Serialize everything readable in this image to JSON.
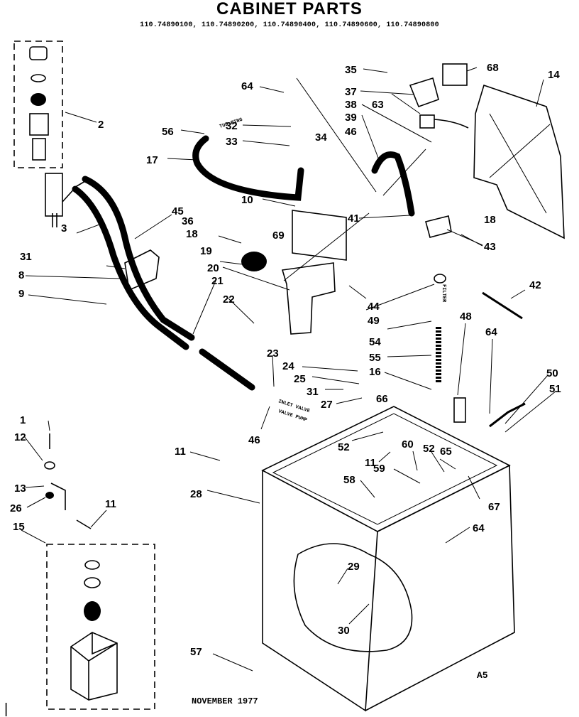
{
  "header": {
    "title": "CABINET PARTS",
    "models": "110.74890100, 110.74890200, 110.74890400, 110.74890600, 110.74890800"
  },
  "footer": {
    "date": "NOVEMBER 1977",
    "sheet": "A5",
    "margin_mark": "|"
  },
  "callouts": [
    "2",
    "3",
    "45",
    "36",
    "31",
    "8",
    "9",
    "56",
    "17",
    "64",
    "32",
    "33",
    "34",
    "10",
    "35",
    "37",
    "38",
    "39",
    "46",
    "68",
    "14",
    "63",
    "41",
    "18",
    "43",
    "69",
    "19",
    "20",
    "21",
    "22",
    "44",
    "49",
    "42",
    "54",
    "55",
    "16",
    "48",
    "64",
    "50",
    "51",
    "23",
    "24",
    "25",
    "31",
    "27",
    "66",
    "46",
    "1",
    "12",
    "13",
    "26",
    "11",
    "15",
    "11",
    "52",
    "11",
    "59",
    "60",
    "52",
    "65",
    "58",
    "67",
    "64",
    "28",
    "57",
    "29",
    "30",
    "18"
  ],
  "hose_labels": {
    "tub_ring": "TUB RING",
    "inlet_valve": "INLET VALVE",
    "valve_pump": "VALVE PUMP",
    "filter": "FILTER"
  }
}
